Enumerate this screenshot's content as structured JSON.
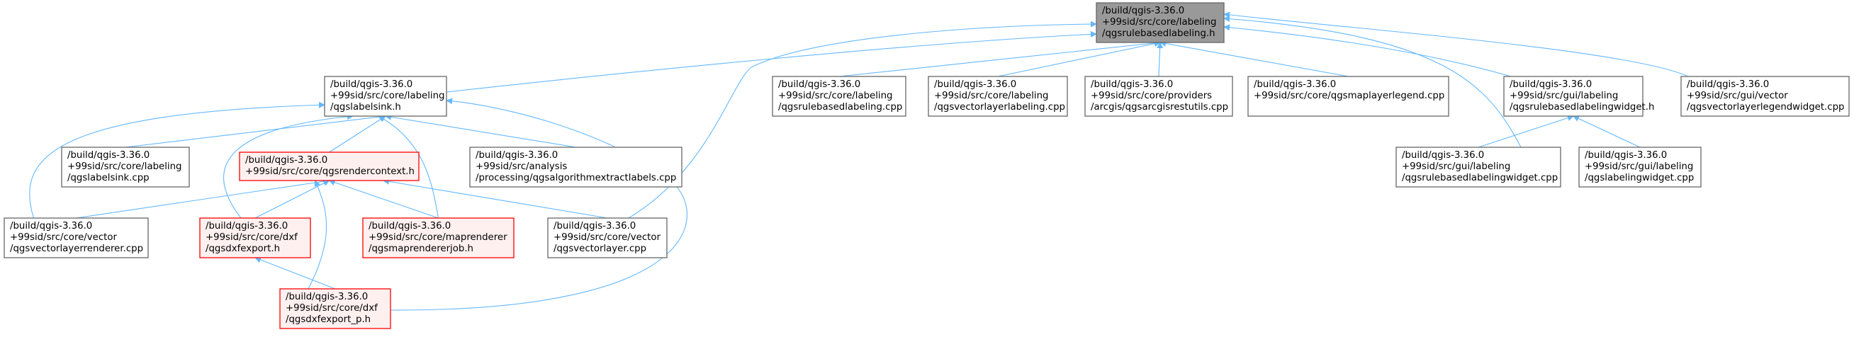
{
  "colors": {
    "edge": "#63b8ff",
    "node_border": "#666666",
    "node_fill": "#ffffff",
    "focus_fill": "#999999",
    "focus_border": "#666666",
    "red_border": "#ff0000",
    "red_fill": "#fff0f0"
  },
  "nodes": [
    {
      "id": "n0",
      "style": "focus",
      "lines": [
        "/build/qgis-3.36.0",
        "+99sid/src/core/labeling",
        "/qgsrulebasedlabeling.h"
      ]
    },
    {
      "id": "n1",
      "style": "normal",
      "lines": [
        "/build/qgis-3.36.0",
        "+99sid/src/core/labeling",
        "/qgslabelsink.h"
      ]
    },
    {
      "id": "n2",
      "style": "normal",
      "lines": [
        "/build/qgis-3.36.0",
        "+99sid/src/core/labeling",
        "/qgsrulebasedlabeling.cpp"
      ]
    },
    {
      "id": "n3",
      "style": "normal",
      "lines": [
        "/build/qgis-3.36.0",
        "+99sid/src/core/labeling",
        "/qgsvectorlayerlabeling.cpp"
      ]
    },
    {
      "id": "n4",
      "style": "normal",
      "lines": [
        "/build/qgis-3.36.0",
        "+99sid/src/core/providers",
        "/arcgis/qgsarcgisrestutils.cpp"
      ]
    },
    {
      "id": "n5",
      "style": "normal",
      "lines": [
        "/build/qgis-3.36.0",
        "+99sid/src/core/qgsmaplayerlegend.cpp"
      ]
    },
    {
      "id": "n6",
      "style": "normal",
      "lines": [
        "/build/qgis-3.36.0",
        "+99sid/src/gui/labeling",
        "/qgsrulebasedlabelingwidget.h"
      ]
    },
    {
      "id": "n7",
      "style": "normal",
      "lines": [
        "/build/qgis-3.36.0",
        "+99sid/src/gui/vector",
        "/qgsvectorlayerlegendwidget.cpp"
      ]
    },
    {
      "id": "n8",
      "style": "normal",
      "lines": [
        "/build/qgis-3.36.0",
        "+99sid/src/core/labeling",
        "/qgslabelsink.cpp"
      ]
    },
    {
      "id": "n9",
      "style": "red",
      "lines": [
        "/build/qgis-3.36.0",
        "+99sid/src/core/qgsrendercontext.h"
      ]
    },
    {
      "id": "n10",
      "style": "normal",
      "lines": [
        "/build/qgis-3.36.0",
        "+99sid/src/analysis",
        "/processing/qgsalgorithmextractlabels.cpp"
      ]
    },
    {
      "id": "n11",
      "style": "normal",
      "lines": [
        "/build/qgis-3.36.0",
        "+99sid/src/gui/labeling",
        "/qgsrulebasedlabelingwidget.cpp"
      ]
    },
    {
      "id": "n12",
      "style": "normal",
      "lines": [
        "/build/qgis-3.36.0",
        "+99sid/src/gui/labeling",
        "/qgslabelingwidget.cpp"
      ]
    },
    {
      "id": "n13",
      "style": "normal",
      "lines": [
        "/build/qgis-3.36.0",
        "+99sid/src/core/vector",
        "/qgsvectorlayerrenderer.cpp"
      ]
    },
    {
      "id": "n14",
      "style": "red",
      "lines": [
        "/build/qgis-3.36.0",
        "+99sid/src/core/dxf",
        "/qgsdxfexport.h"
      ]
    },
    {
      "id": "n15",
      "style": "red",
      "lines": [
        "/build/qgis-3.36.0",
        "+99sid/src/core/maprenderer",
        "/qgsmaprendererjob.h"
      ]
    },
    {
      "id": "n16",
      "style": "normal",
      "lines": [
        "/build/qgis-3.36.0",
        "+99sid/src/core/vector",
        "/qgsvectorlayer.cpp"
      ]
    },
    {
      "id": "n17",
      "style": "red",
      "lines": [
        "/build/qgis-3.36.0",
        "+99sid/src/core/dxf",
        "/qgsdxfexport_p.h"
      ]
    }
  ],
  "edges": [
    {
      "from": "n1",
      "to": "n0"
    },
    {
      "from": "n2",
      "to": "n0"
    },
    {
      "from": "n3",
      "to": "n0"
    },
    {
      "from": "n4",
      "to": "n0"
    },
    {
      "from": "n5",
      "to": "n0"
    },
    {
      "from": "n6",
      "to": "n0"
    },
    {
      "from": "n7",
      "to": "n0"
    },
    {
      "from": "n11",
      "to": "n0"
    },
    {
      "from": "n16",
      "to": "n0"
    },
    {
      "from": "n8",
      "to": "n1"
    },
    {
      "from": "n9",
      "to": "n1"
    },
    {
      "from": "n10",
      "to": "n1"
    },
    {
      "from": "n13",
      "to": "n1"
    },
    {
      "from": "n14",
      "to": "n1"
    },
    {
      "from": "n15",
      "to": "n1"
    },
    {
      "from": "n17",
      "to": "n1"
    },
    {
      "from": "n13",
      "to": "n9"
    },
    {
      "from": "n14",
      "to": "n9"
    },
    {
      "from": "n15",
      "to": "n9"
    },
    {
      "from": "n16",
      "to": "n9"
    },
    {
      "from": "n17",
      "to": "n9"
    },
    {
      "from": "n17",
      "to": "n14"
    },
    {
      "from": "n11",
      "to": "n6"
    },
    {
      "from": "n12",
      "to": "n6"
    }
  ]
}
